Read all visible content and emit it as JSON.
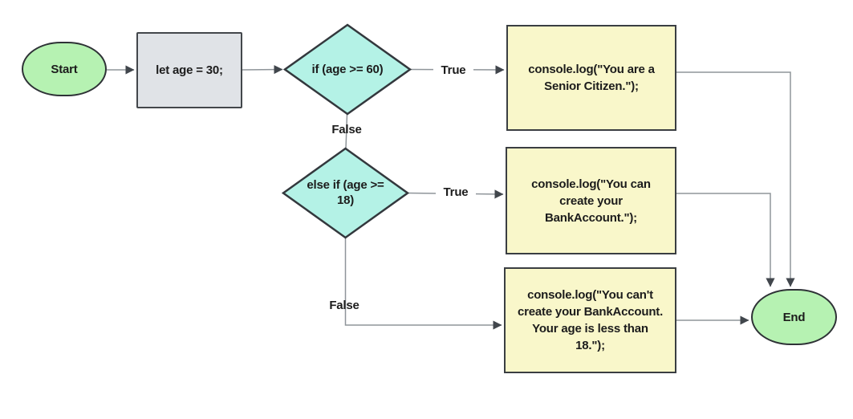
{
  "diagram": {
    "type": "flowchart",
    "background": "#ffffff",
    "nodes": {
      "start": {
        "shape": "terminator",
        "label": "Start"
      },
      "init": {
        "shape": "process",
        "label": "let age = 30;"
      },
      "cond_senior": {
        "shape": "decision",
        "label": "if (age >= 60)"
      },
      "out_senior": {
        "shape": "output",
        "label": "console.log(\"You are a\nSenior Citizen.\");"
      },
      "cond_adult": {
        "shape": "decision",
        "label": "else if (age >=\n18)"
      },
      "out_adult": {
        "shape": "output",
        "label": "console.log(\"You can\ncreate your\nBankAccount.\");"
      },
      "out_minor": {
        "shape": "output",
        "label": "console.log(\"You can't\ncreate your BankAccount.\nYour age is less than\n18.\");"
      },
      "end": {
        "shape": "terminator",
        "label": "End"
      }
    },
    "edge_labels": {
      "cond_senior_true": "True",
      "cond_senior_false": "False",
      "cond_adult_true": "True",
      "cond_adult_false": "False"
    },
    "colors": {
      "terminator_fill": "#b6f2b2",
      "process_fill": "#e0e3e7",
      "decision_fill": "#b4f2e6",
      "output_fill": "#f9f7ca",
      "shape_border": "#33383d",
      "connector_line": "#8f959a",
      "arrowhead": "#41464c",
      "text": "#1c1c1c"
    }
  }
}
